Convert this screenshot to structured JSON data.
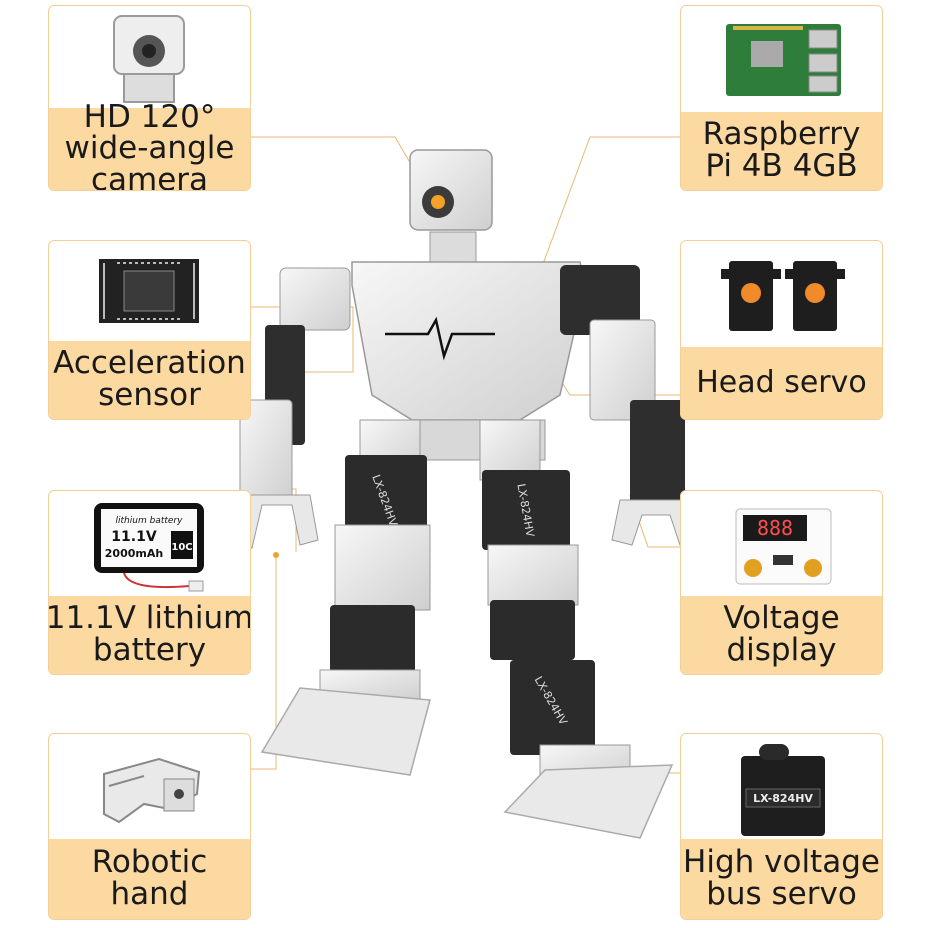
{
  "features": {
    "camera": {
      "line1": "HD 120°",
      "line2": "wide-angle",
      "line3": "camera",
      "icon": "camera-icon"
    },
    "raspberry": {
      "line1": "Raspberry",
      "line2": "Pi 4B 4GB",
      "icon": "raspberry-pi-board-icon"
    },
    "accel": {
      "line1": "Acceleration",
      "line2": "sensor",
      "icon": "chip-icon"
    },
    "head_servo": {
      "line1": "Head servo",
      "icon": "servo-icon"
    },
    "battery": {
      "line1": "11.1V lithium",
      "line2": "battery",
      "icon": "battery-icon",
      "pack_label": "lithium battery",
      "pack_voltage": "11.1V",
      "pack_capacity": "2000mAh",
      "pack_rate": "10C"
    },
    "voltage": {
      "line1": "Voltage",
      "line2": "display",
      "icon": "voltage-display-icon",
      "readout": "888"
    },
    "hand": {
      "line1": "Robotic",
      "line2": "hand",
      "icon": "robotic-hand-icon"
    },
    "bus_servo": {
      "line1": "High voltage",
      "line2": "bus servo",
      "icon": "bus-servo-icon",
      "model": "LX-824HV"
    }
  },
  "robot": {
    "servo_label": "LX-824HV"
  },
  "colors": {
    "card_border": "#f3cf9a",
    "label_bg": "#fcd9a1",
    "leader_line": "#e8b776",
    "accent_dot": "#f4a12a"
  }
}
